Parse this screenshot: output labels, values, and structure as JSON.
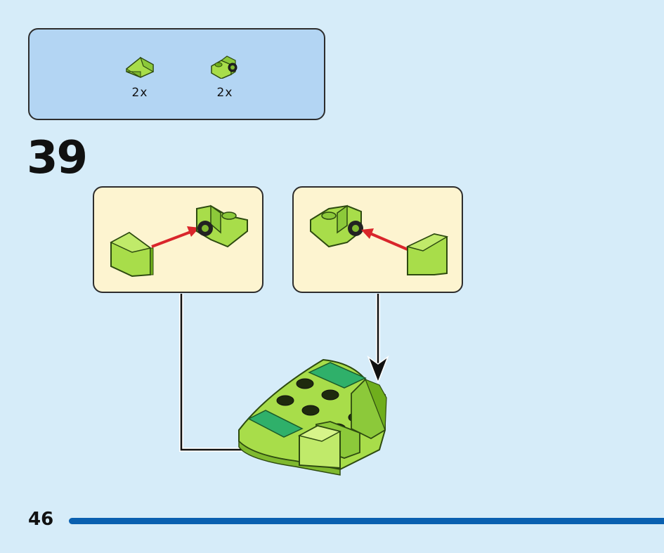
{
  "parts": [
    {
      "count": "2x",
      "icon": "slope-brick-icon"
    },
    {
      "count": "2x",
      "icon": "bracket-plate-icon"
    }
  ],
  "step": {
    "number": "39"
  },
  "page": {
    "number": "46"
  },
  "colors": {
    "lime": "#a8dd4a",
    "lime_dark": "#6fae1c",
    "green_tile": "#2fb06a",
    "arrow_red": "#d9262b",
    "bar": "#0a60b0"
  }
}
